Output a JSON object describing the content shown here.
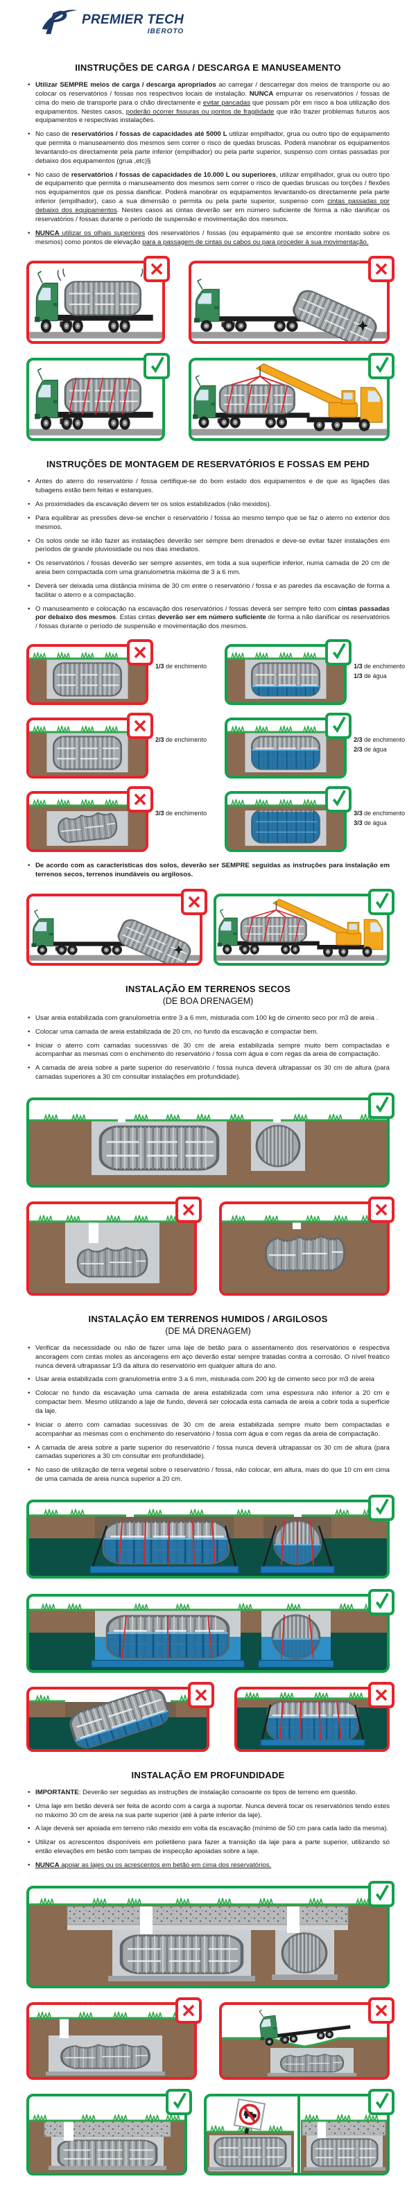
{
  "logo": {
    "brand": "PREMIER TECH",
    "division": "IBEROTO"
  },
  "colors": {
    "forbidden_red": "#e8222b",
    "allowed_green": "#14a04c",
    "logo_navy": "#1c3a68",
    "soil_brown": "#8a6a50",
    "sand_gray": "#cbced0",
    "water_table_teal": "#0c4f45",
    "water_blue": "#1c6fa3",
    "slab_blue": "#1d7ab8",
    "tank_gray": "#a4a9ac",
    "cab_green": "#378a58",
    "crane_yellow": "#f3a71d",
    "grass_green": "#2ea84a"
  },
  "sections": {
    "carga": {
      "title": "IINSTRUÇÕES DE CARGA / DESCARGA E MANUSEAMENTO",
      "bullets": [
        [
          {
            "t": "Utilizar SEMPRE meios de carga / descarga apropriados",
            "b": 1
          },
          {
            "t": " ao carregar / descarregar dos meios de transporte ou ao colocar os reservatórios / fossas nos respectivos locais de instalação. "
          },
          {
            "t": "NUNCA",
            "b": 1
          },
          {
            "t": " empurrar os reservatórios / fossas de cima do meio de transporte para o chão directamente e "
          },
          {
            "t": "evitar pancadas",
            "u": 1
          },
          {
            "t": " que possam pôr em risco a boa utilização dos equipamentos. Nestes casos, "
          },
          {
            "t": "poderão ocorrer fissuras ou pontos de fragilidade",
            "u": 1
          },
          {
            "t": " que irão trazer problemas futuros aos equipamentos e respectivas instalações."
          }
        ],
        [
          {
            "t": "No caso de "
          },
          {
            "t": "reservatórios / fossas de capacidades até 5000 L",
            "b": 1
          },
          {
            "t": " utilizar empilhador, grua ou outro tipo de equipamento que permita o manuseamento dos mesmos sem correr o risco de quedas bruscas. Poderá manobrar os equipamentos levantando-os directamente pela parte inferior (empilhador) ou pela parte superior, suspenso com cintas passadas por debaixo dos equipamentos (grua ,etc)§"
          }
        ],
        [
          {
            "t": "No caso de "
          },
          {
            "t": "reservatórios / fossas de capacidades de 10.000 L ou superiores",
            "b": 1
          },
          {
            "t": ", utilizar empilhador, grua ou outro tipo de equipamento que permita o manuseamento dos mesmos sem correr o risco de quedas bruscas ou torções / flexões nos equipamentos que os possa danificar. Poderá manobrar os equipamentos levantando-os directamente pela parte inferior (empilhador), caso a sua dimensão o permita ou pela parte superior, suspenso com "
          },
          {
            "t": "cintas passadas por debaixo dos equipamentos",
            "u": 1
          },
          {
            "t": ". Nestes casos as cintas deverão ser em número suficiente de forma a não danificar os reservatórios / fossas durante o período de suspensão e movimentação dos mesmos."
          }
        ],
        [
          {
            "t": "NUNCA",
            "b": 1,
            "u": 1
          },
          {
            "t": " utilizar os olhais superiores",
            "u": 1
          },
          {
            "t": " dos reservatórios / fossas (ou equipamento que se encontre montado sobre os mesmos) como pontos de elevação "
          },
          {
            "t": "para a passagem de cintas ou cabos ou para proceder à sua movimentação.",
            "u": 1
          }
        ]
      ]
    },
    "montagem": {
      "title": "INSTRUÇÕES DE MONTAGEM DE RESERVATÓRIOS E FOSSAS EM PEHD",
      "bullets": [
        "Antes do aterro do reservatório / fossa certifique-se do bom estado dos equipamentos e de que as ligações das tubagens estão bem feitas e estanques.",
        "As proximidades da escavação devem ter os solos estabilizados (não mexidos).",
        "Para equilibrar as pressões deve-se encher o reservatório / fossa ao mesmo tempo que se faz o aterro no exterior dos mesmos.",
        "Os solos onde se irão fazer as instalações deverão ser sempre bem drenados e deve-se evitar fazer instalações em períodos de grande pluviosidade ou nos dias imediatos.",
        "Os reservatórios / fossas deverão ser sempre assentes, em toda a sua superfície inferior, numa camada de 20 cm de areia bem compactada com uma granulometria máxima de 3 a 6 mm.",
        "Deverá ser deixada uma distância mínima de 30 cm entre o reservatório / fossa e as paredes da escavação de forma a facilitar o aterro e a compactação.",
        [
          {
            "t": "O manuseamento e colocação na escavação dos reservatórios / fossas deverá ser sempre feito com "
          },
          {
            "t": "cintas passadas por debaixo dos mesmos",
            "b": 1
          },
          {
            "t": ". Estas cintas "
          },
          {
            "t": "deverão ser em número suficiente",
            "b": 1
          },
          {
            "t": " de forma a não danificar os reservatórios / fossas durante o período de suspensão e movimentação dos mesmos."
          }
        ]
      ],
      "soil_note": [
        [
          {
            "t": "De acordo com as características dos solos, deverão ser SEMPRE seguidas as instruções para instalação em terrenos secos, terrenos inundáveis ou argilosos.",
            "b": 1
          }
        ]
      ]
    },
    "secos": {
      "title": "INSTALAÇÃO EM TERRENOS SECOS",
      "subtitle": "(DE BOA DRENAGEM)",
      "bullets": [
        "Usar areia estabilizada com granulometria entre 3 a 6 mm, misturada com 100 kg de cimento seco por m3 de areia .",
        "Colocar uma camada de areia estabilizada de 20 cm, no fundo da escavação e compactar bem.",
        "Iniciar o aterro com camadas sucessivas de 30 cm de areia estabilizada sempre muito bem compactadas e acompanhar as mesmas com o enchimento do reservatório / fossa com água e com regas da areia de compactação.",
        "A camada de areia sobre a parte superior do reservatório / fossa nunca deverá ultrapassar os 30 cm de altura (para camadas superiores a 30 cm consultar instalações em profundidade)."
      ]
    },
    "humidos": {
      "title": "INSTALAÇÃO EM TERRENOS HUMIDOS / ARGILOSOS",
      "subtitle": "(DE MÁ DRENAGEM)",
      "bullets": [
        "Verificar da necessidade ou não de fazer uma laje de betão para o assentamento dos reservatórios e respectiva ancoragem com cintas moles as ancoragens em aço deverão estar sempre tratadas contra a corrosão. O nível freático nunca deverá ultrapassar 1/3 da altura do reservatório em qualquer altura do ano.",
        "Usar areia estabilizada com granulometria entre 3 a 6 mm, misturada com 200 kg de cimento seco por m3 de areia",
        "Colocar no fundo da escavação uma camada de areia estabilizada com uma espessura não inferior a 20 cm e compactar bem. Mesmo utilizando a laje de fundo, deverá ser colocada esta camada de areia a cobrir toda a superfície da laje.",
        "Iniciar o aterro com camadas sucessivas de 30 cm de areia estabilizada sempre muito bem compactadas e acompanhar as mesmas com o enchimento do reservatório / fossa com água e com regas da areia de compactação.",
        "A camada de areia sobre a parte superior do reservatório / fossa nunca deverá ultrapassar os 30 cm de altura (para camadas superiores a 30 cm consultar em profundidade).",
        "No caso de utilização de terra vegetal sobre o reservatório / fossa, não colocar, em altura, mais do que 10 cm em cima de uma camada de areia nunca superior a 20 cm."
      ]
    },
    "profundidade": {
      "title": "INSTALAÇÃO EM PROFUNDIDADE",
      "bullets": [
        [
          {
            "t": "IMPORTANTE",
            "b": 1
          },
          {
            "t": ": Deverão ser seguidas as instruções de instalação consoante os tipos de terreno em questão."
          }
        ],
        "Uma laje em betão deverá ser feita de acordo com a carga a suportar. Nunca deverá tocar os reservatórios tendo estes no máximo 30 cm de areia na sua parte superior (até à parte inferior da laje).",
        "A laje deverá ser apoiada em terreno não mexido em volta da escavação (mínimo de 50 cm para cada lado da mesma).",
        "Utilizar os acrescentos disponíveis em polietileno para fazer a transição da laje para a parte superior, utilizando só então elevações em betão com tampas de inspecção apoiadas sobre a laje.",
        [
          {
            "t": "NUNCA",
            "b": 1,
            "u": 1
          },
          {
            "t": " apoiar as lajes ou os acrescentos em betão em cima dos reservatórios.",
            "u": 1
          }
        ]
      ]
    }
  },
  "fill_diagram": {
    "rows": [
      {
        "wrong": {
          "frac": "1/3",
          "text": "de enchimento"
        },
        "right": [
          {
            "frac": "1/3",
            "text": "de enchimento"
          },
          {
            "frac": "1/3",
            "text": "de água"
          }
        ]
      },
      {
        "wrong": {
          "frac": "2/3",
          "text": "de enchimento"
        },
        "right": [
          {
            "frac": "2/3",
            "text": "de enchimento"
          },
          {
            "frac": "2/3",
            "text": "de água"
          }
        ]
      },
      {
        "wrong": {
          "frac": "3/3",
          "text": "de enchimento"
        },
        "right": [
          {
            "frac": "3/3",
            "text": "de enchimento"
          },
          {
            "frac": "3/3",
            "text": "de água"
          }
        ]
      }
    ]
  }
}
